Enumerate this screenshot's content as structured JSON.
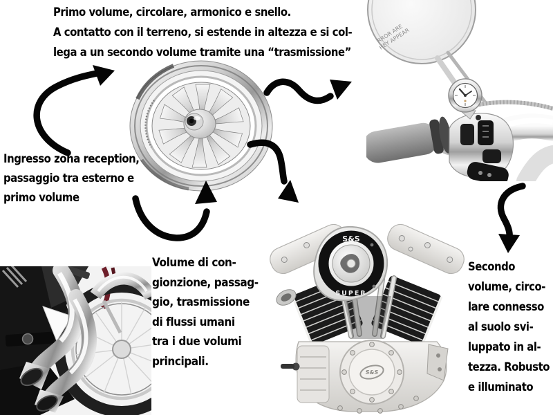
{
  "annotations": {
    "primo_volume": "Primo volume, circolare, armonico e snello.\nA contatto con il terreno, si estende in altezza e si col-\nlega a un secondo volume tramite una “trasmissione”",
    "ingresso": "Ingresso zona reception,\npassaggio tra esterno e\nprimo volume",
    "volume_congiunzione": "Volume di con-\ngionzione, passag-\ngio, trasmissione\ndi flussi umani\ntra i due volumi\nprincipali.",
    "secondo_volume": "Secondo\nvolume, circo-\nlare connesso\nal suolo svi-\nluppato in al-\ntezza. Robusto\ne illuminato"
  },
  "images": {
    "wheel": {
      "name": "chrome-motorcycle-wheel"
    },
    "handlebar": {
      "name": "chrome-handlebar-with-mirror-clock-switches",
      "mirror_text": [
        "RROR ARE",
        "HEY APPEAR"
      ]
    },
    "engine": {
      "name": "s-and-s-v-twin-engine",
      "air_cleaner_top": "S&S",
      "air_cleaner_bottom": "SUPER",
      "hub_logo": "S&S"
    },
    "exhaust": {
      "name": "chrome-exhaust-pipes-on-black-motorcycle"
    }
  },
  "arrows": [
    {
      "name": "arrow-reception-to-wheel",
      "direction": "up-right"
    },
    {
      "name": "arrow-wheel-to-handlebar",
      "direction": "right"
    },
    {
      "name": "arrow-wheel-to-engine",
      "direction": "down-right"
    },
    {
      "name": "arrow-conjunction-to-wheel",
      "direction": "up"
    },
    {
      "name": "arrow-handlebar-to-secondo-volume",
      "direction": "down"
    }
  ],
  "colors": {
    "ink": "#000000",
    "background": "#ffffff",
    "chrome_light": "#f5f5f5",
    "chrome_mid": "#b9b9b9",
    "chrome_dark": "#6e6e6e",
    "photo_bg": "#f3f3f3",
    "black_parts": "#141414",
    "frame_red": "#6e1f2a"
  }
}
